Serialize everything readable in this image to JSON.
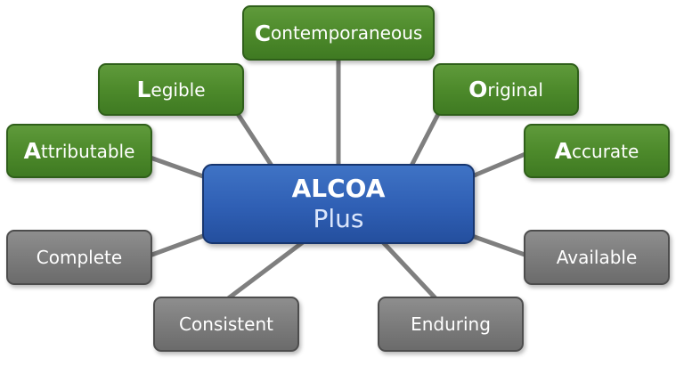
{
  "center": {
    "title": "ALCOA",
    "subtitle": "Plus"
  },
  "nodes": {
    "contemporaneous": {
      "initial": "C",
      "rest": "ontemporaneous"
    },
    "legible": {
      "initial": "L",
      "rest": "egible"
    },
    "original": {
      "initial": "O",
      "rest": "riginal"
    },
    "attributable": {
      "initial": "A",
      "rest": "ttributable"
    },
    "accurate": {
      "initial": "A",
      "rest": "ccurate"
    },
    "complete": {
      "label": "Complete"
    },
    "available": {
      "label": "Available"
    },
    "consistent": {
      "label": "Consistent"
    },
    "enduring": {
      "label": "Enduring"
    }
  },
  "colors": {
    "core_box": "#4d8a2b",
    "plus_box": "#7c7c7c",
    "center_box": "#2f5fb4",
    "connector": "#7f7f7f"
  }
}
